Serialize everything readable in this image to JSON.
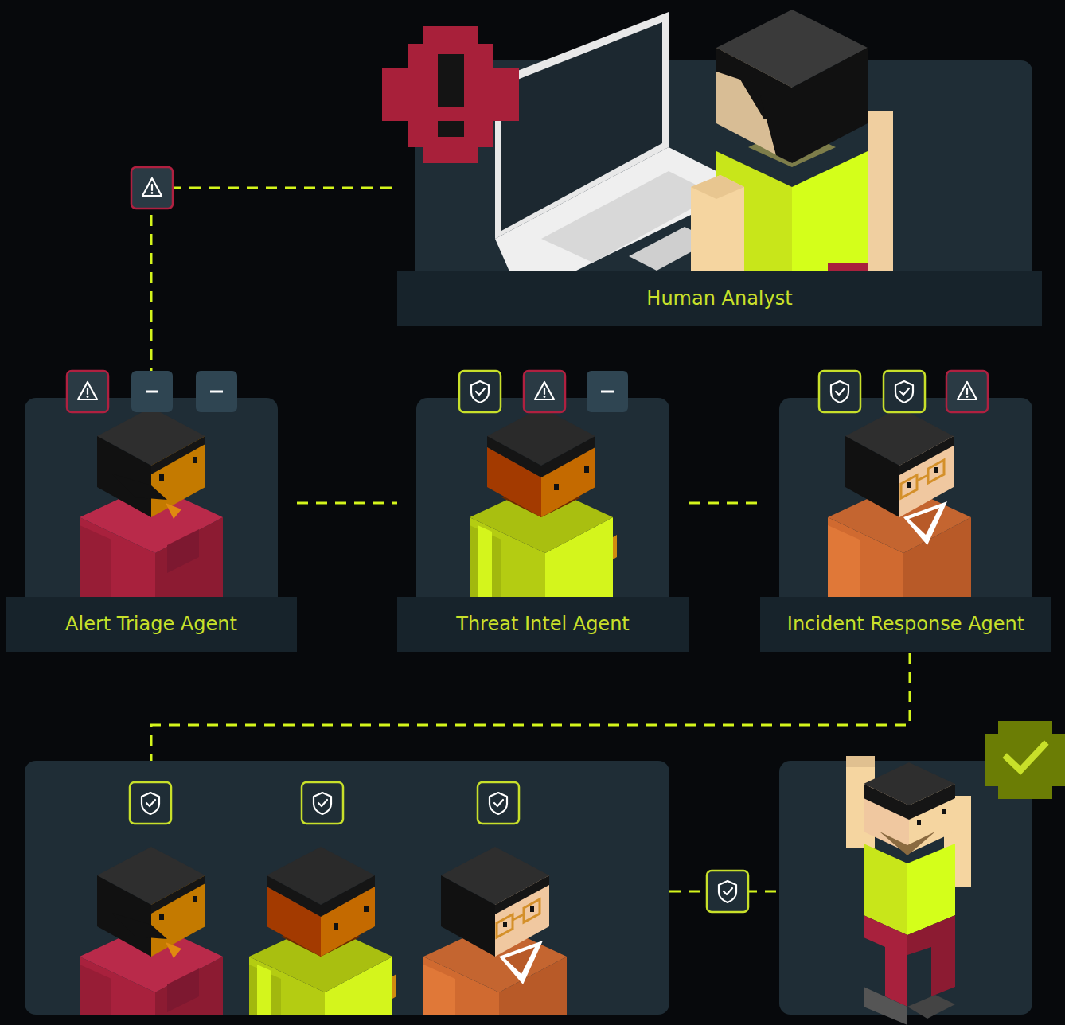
{
  "diagram": {
    "nodes": [
      {
        "text": [
          "Human Analyst"
        ]
      },
      {
        "text": [
          "Alert Triage Agent"
        ]
      },
      {
        "text": [
          "Threat Intel Agent"
        ]
      },
      {
        "text": [
          "Incident Response Agent"
        ]
      }
    ],
    "edges": [
      {
        "from": 1,
        "to": 0,
        "arrow": "none"
      },
      {
        "from": 1,
        "to": 2,
        "arrow": "none"
      },
      {
        "from": 2,
        "to": 3,
        "arrow": "none"
      }
    ]
  }
}
